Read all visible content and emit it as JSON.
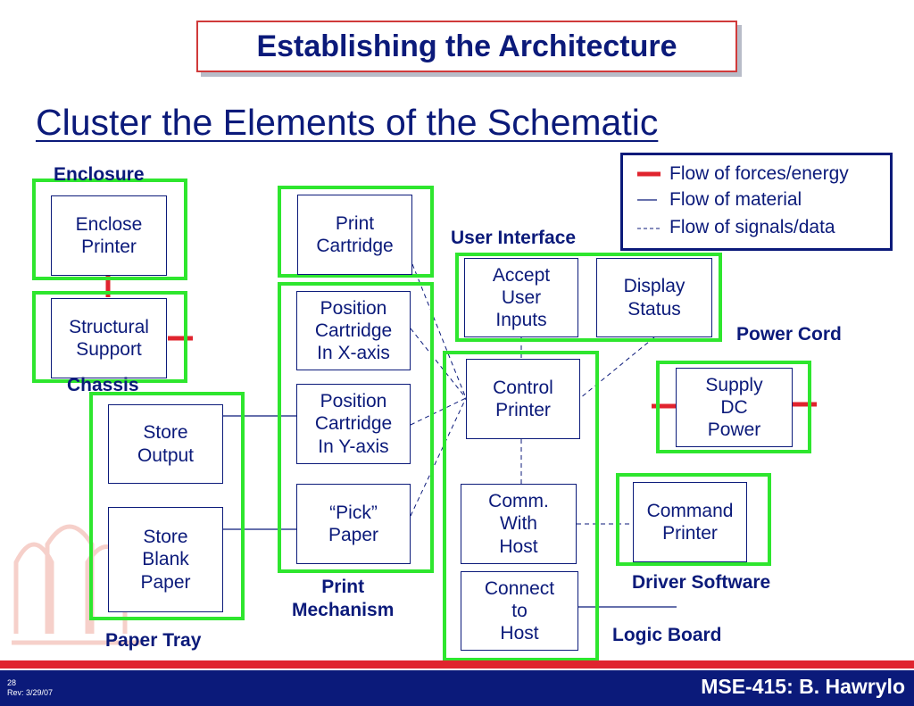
{
  "slide": {
    "title": "Establishing the Architecture",
    "subtitle": "Cluster the Elements of the Schematic",
    "page_number": "28",
    "revision": "Rev: 3/29/07",
    "author": "MSE-415:  B. Hawrylo"
  },
  "legend": {
    "forces": "Flow of forces/energy",
    "material": "Flow of material",
    "signals": "Flow of signals/data"
  },
  "clusters": {
    "enclosure": "Enclosure",
    "chassis": "Chassis",
    "paper_tray": "Paper Tray",
    "print_mechanism": "Print\nMechanism",
    "user_interface": "User Interface",
    "power_cord": "Power Cord",
    "driver_software": "Driver Software",
    "logic_board": "Logic Board"
  },
  "nodes": {
    "enclose_printer": "Enclose\nPrinter",
    "structural_support": "Structural\nSupport",
    "store_output": "Store\nOutput",
    "store_blank_paper": "Store\nBlank\nPaper",
    "print_cartridge": "Print\nCartridge",
    "position_x": "Position\nCartridge\nIn X-axis",
    "position_y": "Position\nCartridge\nIn Y-axis",
    "pick_paper": "“Pick”\nPaper",
    "accept_user_inputs": "Accept\nUser\nInputs",
    "display_status": "Display\nStatus",
    "control_printer": "Control\nPrinter",
    "comm_with_host": "Comm.\nWith\nHost",
    "connect_to_host": "Connect\nto\nHost",
    "supply_dc_power": "Supply\nDC\nPower",
    "command_printer": "Command\nPrinter"
  },
  "colors": {
    "navy": "#0b1a7a",
    "cluster_green": "#2ee62e",
    "force_red": "#e0242e",
    "footer_red": "#e0242e"
  }
}
